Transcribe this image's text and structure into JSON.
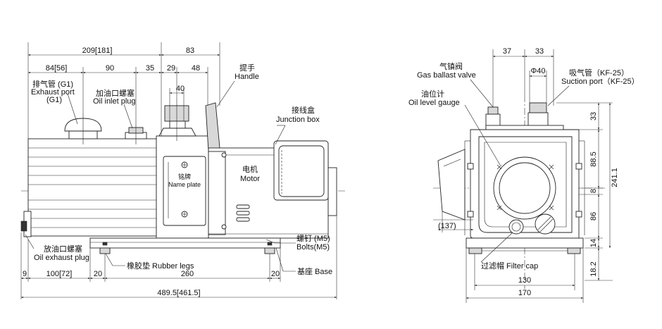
{
  "side_view": {
    "dims": {
      "overall_top": "209[181]",
      "right_top": "83",
      "d84": "84[56]",
      "d90": "90",
      "d35": "35",
      "d29": "29",
      "d48": "48",
      "d40": "40",
      "d9": "9",
      "d100": "100[72]",
      "d20a": "20",
      "d260": "260",
      "d20b": "20",
      "overall_bottom": "489.5[461.5]"
    },
    "labels": {
      "exhaust_cn": "排气管 (G1)",
      "exhaust_en": "Exhaust port",
      "exhaust_g1": "(G1)",
      "oil_inlet_cn": "加油口螺塞",
      "oil_inlet_en": "Oil inlet plug",
      "handle_cn": "提手",
      "handle_en": "Handle",
      "junction_cn": "接线盒",
      "junction_en": "Junction box",
      "nameplate_cn": "铭牌",
      "nameplate_en": "Name plate",
      "motor_cn": "电机",
      "motor_en": "Motor",
      "bolts_cn": "螺钉 (M5)",
      "bolts_en": "Bolts(M5)",
      "oil_exhaust_cn": "放油口螺塞",
      "oil_exhaust_en": "Oil exhaust plug",
      "rubber_legs": "橡胶垫 Rubber legs",
      "base": "基座 Base"
    }
  },
  "front_view": {
    "dims": {
      "d37": "37",
      "d33": "33",
      "phi40": "Φ40",
      "d137": "(137)",
      "d130": "130",
      "d170": "170",
      "v33": "33",
      "v88": "88.5",
      "v8": "8",
      "v86": "86",
      "v14": "14",
      "v18": "18.2",
      "v241": "241.1"
    },
    "labels": {
      "gas_ballast_cn": "气镇阀",
      "gas_ballast_en": "Gas ballast valve",
      "suction_cn": "吸气管（KF-25）",
      "suction_en": "Suction port（KF-25）",
      "oil_level_cn": "油位计",
      "oil_level_en": "Oil level gauge",
      "filter_cap": "过滤帽 Filter cap"
    }
  }
}
